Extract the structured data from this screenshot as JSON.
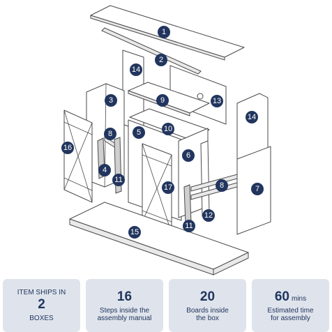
{
  "parts": [
    "1",
    "2",
    "3",
    "4",
    "5",
    "6",
    "7",
    "8",
    "8",
    "9",
    "10",
    "11",
    "11",
    "12",
    "13",
    "14",
    "14",
    "15",
    "16",
    "17"
  ],
  "info_cards": [
    {
      "top": "ITEM SHIPS IN",
      "big": "2",
      "bottom": "BOXES"
    },
    {
      "big": "16",
      "bottom_line1": "Steps inside the",
      "bottom_line2": "assembly manual"
    },
    {
      "big": "20",
      "bottom_line1": "Boards inside",
      "bottom_line2": "the box"
    },
    {
      "big": "60",
      "unit": "mins",
      "bottom_line1": "Estimated time",
      "bottom_line2": "for assembly"
    }
  ],
  "colors": {
    "badge": "#21355e",
    "card_bg": "#dfe4ec",
    "card_text": "#21355e"
  }
}
